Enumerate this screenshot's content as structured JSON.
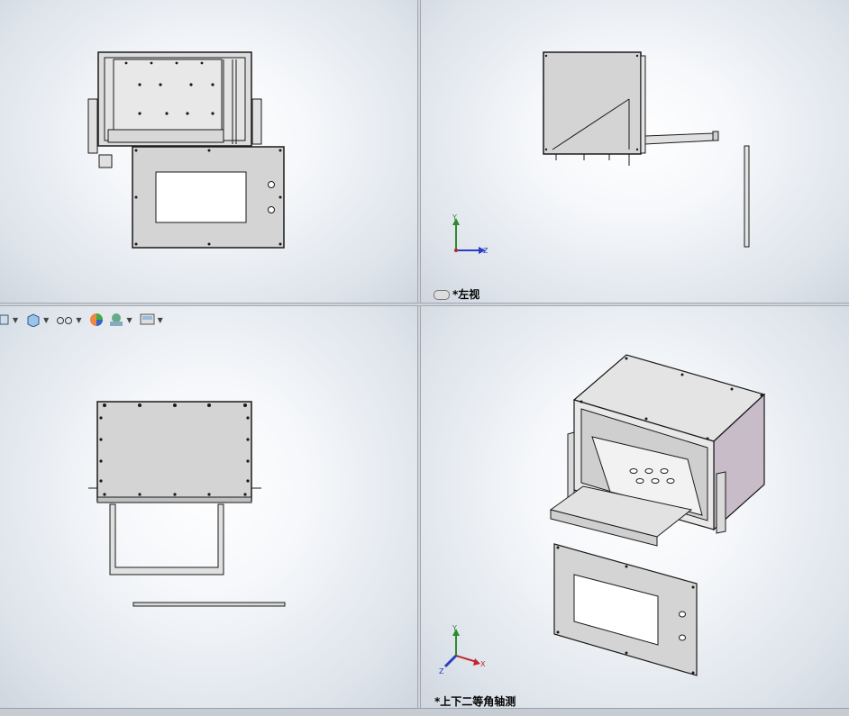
{
  "viewports": {
    "top_right": {
      "label": "*左视"
    },
    "bottom_right": {
      "label": "*上下二等角轴测"
    }
  },
  "triad": {
    "y": "Y",
    "z": "Z",
    "x": "X"
  },
  "toolbar": {
    "items": [
      {
        "icon": "section-view-icon"
      },
      {
        "icon": "display-style-icon"
      },
      {
        "icon": "hide-show-icon"
      },
      {
        "icon": "appearance-icon"
      },
      {
        "icon": "scene-icon"
      },
      {
        "icon": "view-settings-icon"
      }
    ]
  },
  "colors": {
    "part_fill": "#d4d4d4",
    "edge": "#1a1a1a",
    "triad_x": "#c0262c",
    "triad_y": "#2f8a2f",
    "triad_z": "#2a3fbf"
  }
}
